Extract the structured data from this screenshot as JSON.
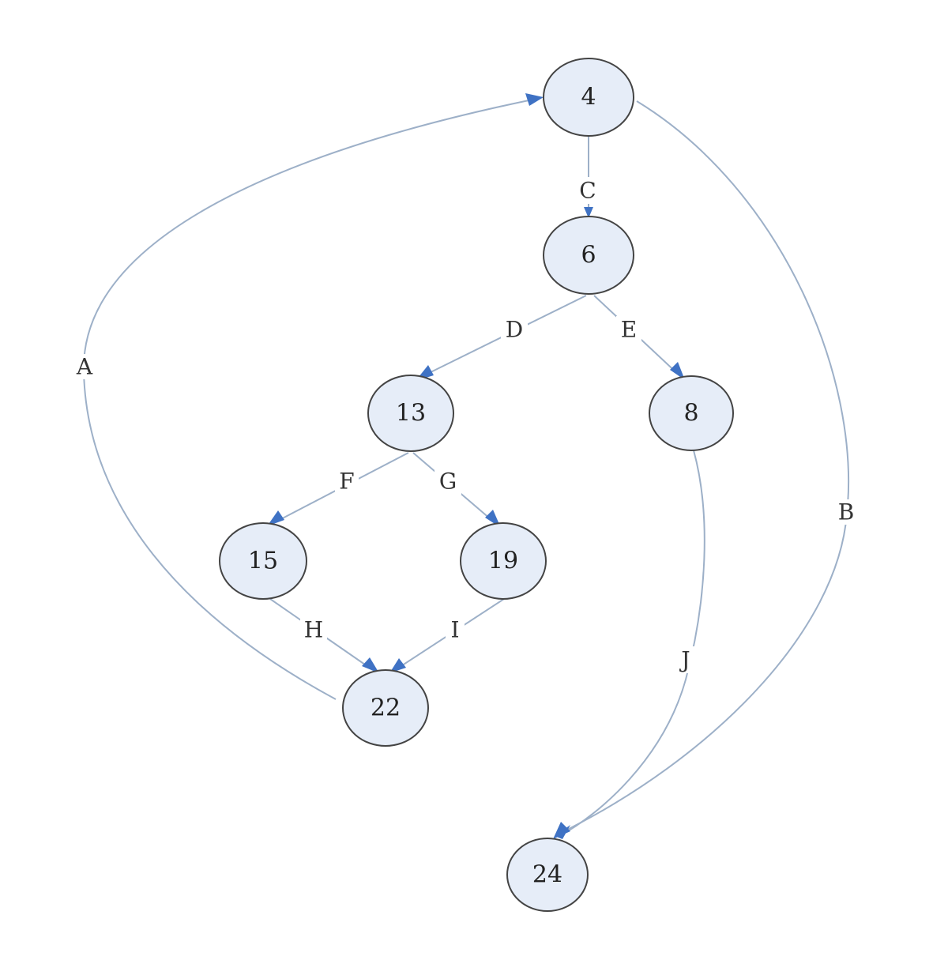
{
  "colors": {
    "node_fill": "#e6edf8",
    "node_stroke": "#444444",
    "edge_stroke": "#9db0c8",
    "arrowhead": "#3f72c4"
  },
  "nodes": [
    {
      "id": "n4",
      "label": "4"
    },
    {
      "id": "n6",
      "label": "6"
    },
    {
      "id": "n13",
      "label": "13"
    },
    {
      "id": "n8",
      "label": "8"
    },
    {
      "id": "n15",
      "label": "15"
    },
    {
      "id": "n19",
      "label": "19"
    },
    {
      "id": "n22",
      "label": "22"
    },
    {
      "id": "n24",
      "label": "24"
    }
  ],
  "edges": [
    {
      "id": "eA",
      "label": "A",
      "from": "22",
      "to": "4"
    },
    {
      "id": "eB",
      "label": "B",
      "from": "4",
      "to": "24"
    },
    {
      "id": "eC",
      "label": "C",
      "from": "4",
      "to": "6"
    },
    {
      "id": "eD",
      "label": "D",
      "from": "6",
      "to": "13"
    },
    {
      "id": "eE",
      "label": "E",
      "from": "6",
      "to": "8"
    },
    {
      "id": "eF",
      "label": "F",
      "from": "13",
      "to": "15"
    },
    {
      "id": "eG",
      "label": "G",
      "from": "13",
      "to": "19"
    },
    {
      "id": "eH",
      "label": "H",
      "from": "15",
      "to": "22"
    },
    {
      "id": "eI",
      "label": "I",
      "from": "19",
      "to": "22"
    },
    {
      "id": "eJ",
      "label": "J",
      "from": "8",
      "to": "24"
    }
  ]
}
